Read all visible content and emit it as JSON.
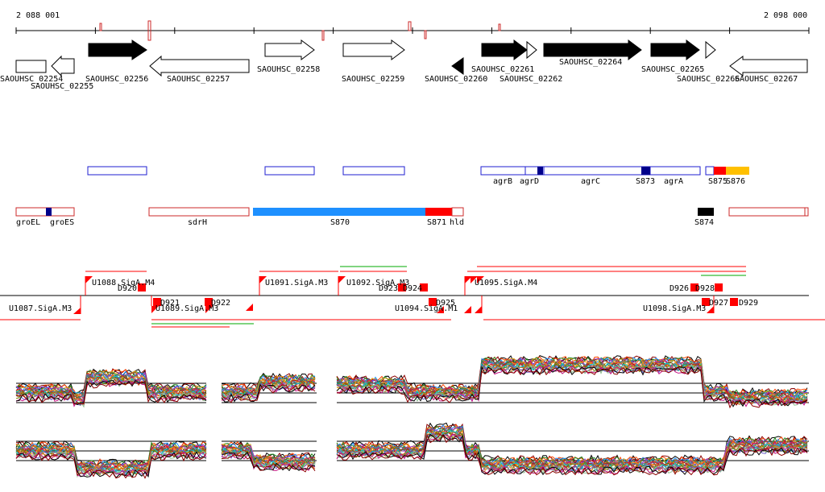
{
  "ruler": {
    "start": "2 088 001",
    "end": "2 098 000"
  },
  "genes": [
    "SAOUHSC_02254",
    "SAOUHSC_02255",
    "SAOUHSC_02256",
    "SAOUHSC_02257",
    "SAOUHSC_02258",
    "SAOUHSC_02259",
    "SAOUHSC_02260",
    "SAOUHSC_02261",
    "SAOUHSC_02262",
    "SAOUHSC_02264",
    "SAOUHSC_02265",
    "SAOUHSC_02266",
    "SAOUHSC_02267"
  ],
  "operon_labels": [
    "agrB",
    "agrD",
    "agrC",
    "S873",
    "agrA",
    "S875",
    "S876"
  ],
  "feature_labels": [
    "groEL",
    "groES",
    "sdrH",
    "S870",
    "S871",
    "hld",
    "S874"
  ],
  "tss_labels": [
    "U1087.SigA.M3",
    "U1088.SigA.M4",
    "D920",
    "D921",
    "U1089.SigA.M3",
    "D922",
    "U1091.SigA.M3",
    "U1092.SigA.M3",
    "D923",
    "D924",
    "D925",
    "U1094.SigA.M1",
    "U1095.SigA.M4",
    "D926",
    "D928",
    "D927",
    "D929",
    "U1098.SigA.M3"
  ],
  "colors": {
    "blue_outline": "#1f1fd0",
    "red_outline": "#cc2a2a",
    "dark_blue": "#00008b",
    "light_blue": "#1e90ff",
    "red": "#ff0000",
    "orange": "#ffc000",
    "green": "#00aa00"
  }
}
